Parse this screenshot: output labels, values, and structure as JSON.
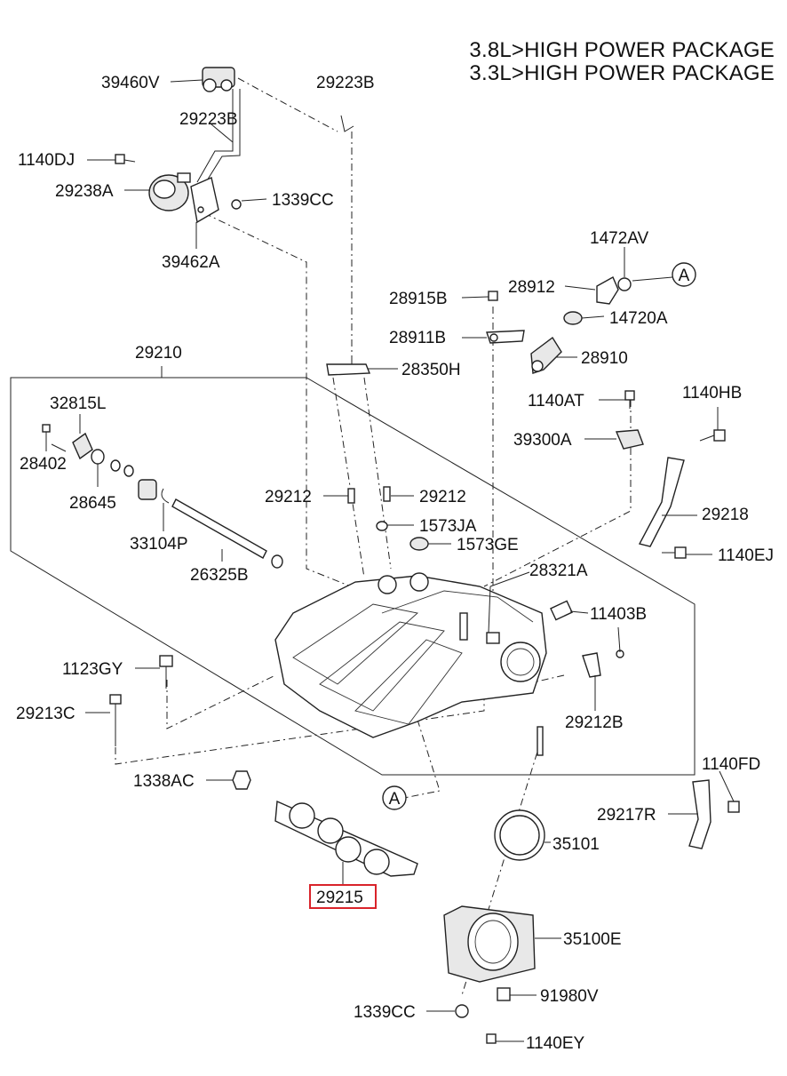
{
  "header": {
    "line1": "3.8L>HIGH POWER PACKAGE",
    "line2": "3.3L>HIGH POWER PACKAGE"
  },
  "callout": "A",
  "highlighted_part": "29215",
  "accent_color": "#d9232a",
  "labels": {
    "p39460V": "39460V",
    "p29223B_top": "29223B",
    "p29223B": "29223B",
    "p1140DJ": "1140DJ",
    "p29238A": "29238A",
    "p1339CC_top": "1339CC",
    "p39462A": "39462A",
    "p1472AV": "1472AV",
    "p28912": "28912",
    "p28915B": "28915B",
    "p14720A": "14720A",
    "p28911B": "28911B",
    "p28910": "28910",
    "p29210": "29210",
    "p28350H": "28350H",
    "p1140AT": "1140AT",
    "p1140HB": "1140HB",
    "p32815L": "32815L",
    "p39300A": "39300A",
    "p28402": "28402",
    "p28645": "28645",
    "p29212_l": "29212",
    "p29212_r": "29212",
    "p29218": "29218",
    "p1573JA": "1573JA",
    "p33104P": "33104P",
    "p1573GE": "1573GE",
    "p1140EJ": "1140EJ",
    "p26325B": "26325B",
    "p28321A": "28321A",
    "p11403B": "11403B",
    "p1123GY": "1123GY",
    "p29213C": "29213C",
    "p29212B": "29212B",
    "p1140FD": "1140FD",
    "p1338AC": "1338AC",
    "p29217R": "29217R",
    "p35101": "35101",
    "p29215": "29215",
    "p35100E": "35100E",
    "p91980V": "91980V",
    "p1339CC": "1339CC",
    "p1140EY": "1140EY"
  }
}
